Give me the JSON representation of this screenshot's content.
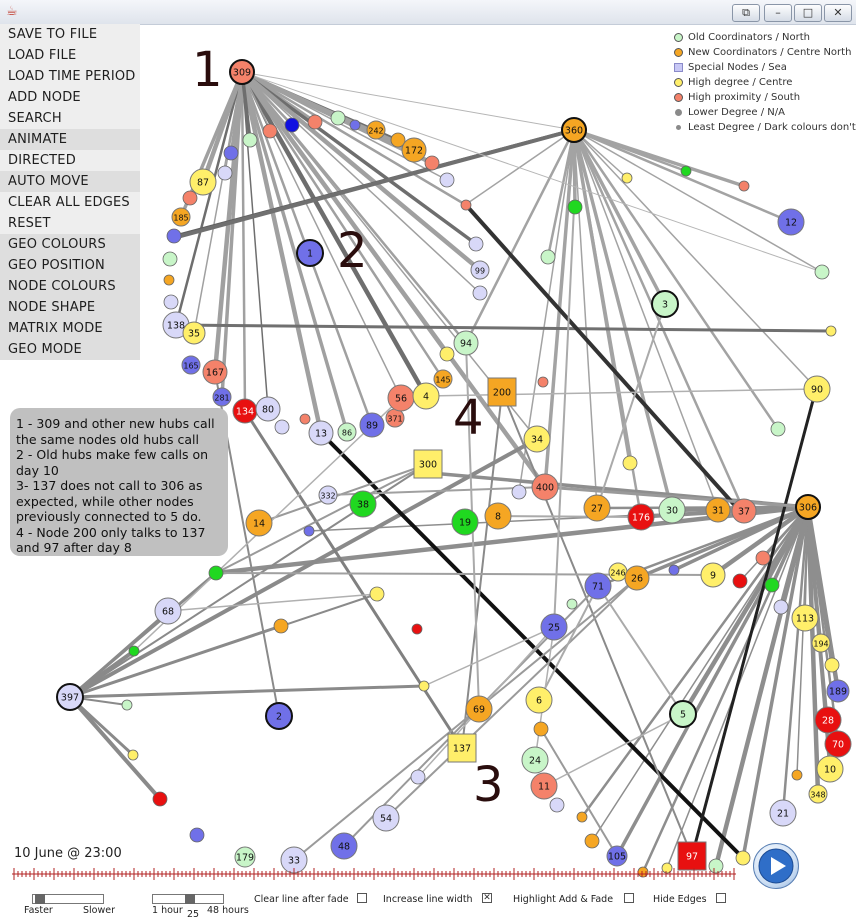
{
  "window": {
    "controls": [
      "⧉",
      "–",
      "□",
      "✕"
    ]
  },
  "menu": [
    {
      "label": "SAVE TO FILE",
      "alt": false
    },
    {
      "label": "LOAD FILE",
      "alt": false
    },
    {
      "label": "LOAD TIME PERIOD",
      "alt": false
    },
    {
      "label": "ADD NODE",
      "alt": false
    },
    {
      "label": "SEARCH",
      "alt": false
    },
    {
      "label": "ANIMATE",
      "alt": true
    },
    {
      "label": "DIRECTED",
      "alt": false
    },
    {
      "label": "AUTO MOVE",
      "alt": true
    },
    {
      "label": "CLEAR ALL EDGES",
      "alt": false
    },
    {
      "label": "RESET",
      "alt": false
    },
    {
      "label": "GEO COLOURS",
      "alt": true
    },
    {
      "label": "GEO POSITION",
      "alt": true
    },
    {
      "label": "NODE COLOURS",
      "alt": true
    },
    {
      "label": "NODE SHAPE",
      "alt": true
    },
    {
      "label": "MATRIX MODE",
      "alt": true
    },
    {
      "label": "GEO MODE",
      "alt": true
    }
  ],
  "legend": [
    {
      "label": "Old Coordinators / North",
      "color": "#c8f5c8",
      "shape": "circle"
    },
    {
      "label": "New Coordinators / Centre North",
      "color": "#f5a623",
      "shape": "circle"
    },
    {
      "label": "Special Nodes / Sea",
      "color": "#c8c8f5",
      "shape": "square"
    },
    {
      "label": "High degree / Centre",
      "color": "#ffef6a",
      "shape": "circle"
    },
    {
      "label": "High proximity / South",
      "color": "#f4826a",
      "shape": "circle"
    },
    {
      "label": "Lower Degree / N/A",
      "color": "#8a8a8a",
      "shape": "circle-small"
    },
    {
      "label": "Least Degree / Dark colours don't cl",
      "color": "#8a8a8a",
      "shape": "dot"
    }
  ],
  "annotations": {
    "labels": [
      "1",
      "2",
      "3",
      "4"
    ],
    "notes": [
      "1 - 309 and other new hubs call",
      "the same nodes old hubs call",
      "2 - Old hubs make few calls on",
      "day 10",
      "3- 137 does not call to 306 as",
      "expected, while other nodes",
      "previously connected to 5 do.",
      "4 - Node 200 only talks to 137",
      "and 97 after day 8"
    ]
  },
  "graph": {
    "nodes": [
      {
        "id": "309",
        "color": "#f4826a",
        "hub": true
      },
      {
        "id": "360",
        "color": "#f5a623",
        "hub": true
      },
      {
        "id": "306",
        "color": "#f5a623",
        "hub": true
      },
      {
        "id": "397",
        "color": "#d8d8f8",
        "hub": true
      },
      {
        "id": "1",
        "color": "#7070e8",
        "hub": true
      },
      {
        "id": "2",
        "color": "#7070e8",
        "hub": true
      },
      {
        "id": "3",
        "color": "#c8f5c8",
        "hub": true
      },
      {
        "id": "5",
        "color": "#c8f5c8",
        "hub": true
      },
      {
        "id": "12",
        "color": "#7070e8"
      },
      {
        "id": "242",
        "color": "#f5a623"
      },
      {
        "id": "172",
        "color": "#f5a623"
      },
      {
        "id": "87",
        "color": "#ffef6a"
      },
      {
        "id": "185",
        "color": "#f5a623"
      },
      {
        "id": "99",
        "color": "#d8d8f8"
      },
      {
        "id": "94",
        "color": "#c8f5c8"
      },
      {
        "id": "138",
        "color": "#d8d8f8"
      },
      {
        "id": "35",
        "color": "#ffef6a"
      },
      {
        "id": "165",
        "color": "#7070e8"
      },
      {
        "id": "167",
        "color": "#f4826a"
      },
      {
        "id": "281",
        "color": "#7070e8"
      },
      {
        "id": "134",
        "color": "#e81010"
      },
      {
        "id": "80",
        "color": "#d8d8f8"
      },
      {
        "id": "13",
        "color": "#d8d8f8"
      },
      {
        "id": "86",
        "color": "#c8f5c8"
      },
      {
        "id": "89",
        "color": "#7070e8"
      },
      {
        "id": "371",
        "color": "#f4826a"
      },
      {
        "id": "56",
        "color": "#f4826a"
      },
      {
        "id": "4",
        "color": "#ffef6a"
      },
      {
        "id": "145",
        "color": "#f5a623"
      },
      {
        "id": "90",
        "color": "#ffef6a"
      },
      {
        "id": "34",
        "color": "#ffef6a"
      },
      {
        "id": "400",
        "color": "#f4826a"
      },
      {
        "id": "332",
        "color": "#d8d8f8"
      },
      {
        "id": "38",
        "color": "#20d820"
      },
      {
        "id": "14",
        "color": "#f5a623"
      },
      {
        "id": "19",
        "color": "#20d820"
      },
      {
        "id": "8",
        "color": "#f5a623"
      },
      {
        "id": "27",
        "color": "#f5a623"
      },
      {
        "id": "176",
        "color": "#e81010"
      },
      {
        "id": "30",
        "color": "#c8f5c8"
      },
      {
        "id": "31",
        "color": "#f5a623"
      },
      {
        "id": "37",
        "color": "#f4826a"
      },
      {
        "id": "246",
        "color": "#ffef6a"
      },
      {
        "id": "26",
        "color": "#f5a623"
      },
      {
        "id": "71",
        "color": "#7070e8"
      },
      {
        "id": "9",
        "color": "#ffef6a"
      },
      {
        "id": "68",
        "color": "#d8d8f8"
      },
      {
        "id": "25",
        "color": "#7070e8"
      },
      {
        "id": "113",
        "color": "#ffef6a"
      },
      {
        "id": "194",
        "color": "#ffef6a"
      },
      {
        "id": "189",
        "color": "#7070e8"
      },
      {
        "id": "28",
        "color": "#e81010"
      },
      {
        "id": "70",
        "color": "#e81010"
      },
      {
        "id": "10",
        "color": "#ffef6a"
      },
      {
        "id": "348",
        "color": "#ffef6a"
      },
      {
        "id": "21",
        "color": "#d8d8f8"
      },
      {
        "id": "6",
        "color": "#ffef6a"
      },
      {
        "id": "69",
        "color": "#f5a623"
      },
      {
        "id": "24",
        "color": "#c8f5c8"
      },
      {
        "id": "11",
        "color": "#f4826a"
      },
      {
        "id": "54",
        "color": "#d8d8f8"
      },
      {
        "id": "48",
        "color": "#7070e8"
      },
      {
        "id": "33",
        "color": "#d8d8f8"
      },
      {
        "id": "179",
        "color": "#c8f5c8"
      },
      {
        "id": "105",
        "color": "#7070e8"
      },
      {
        "id": "200",
        "color": "#f5a623",
        "square": true
      },
      {
        "id": "300",
        "color": "#ffef6a",
        "square": true
      },
      {
        "id": "137",
        "color": "#ffef6a",
        "square": true
      },
      {
        "id": "97",
        "color": "#e81010",
        "square": true
      }
    ]
  },
  "playback": {
    "date_label": "10 June  @ 23:00",
    "speed_labels": {
      "left": "Faster",
      "right": "Slower"
    },
    "window_labels": {
      "left": "1 hour",
      "mid": "25",
      "right": "48 hours"
    },
    "options": [
      {
        "label": "Clear line after fade",
        "checked": false
      },
      {
        "label": "Increase line width",
        "checked": true
      },
      {
        "label": "Highlight Add & Fade",
        "checked": false
      },
      {
        "label": "Hide Edges",
        "checked": false
      }
    ]
  }
}
